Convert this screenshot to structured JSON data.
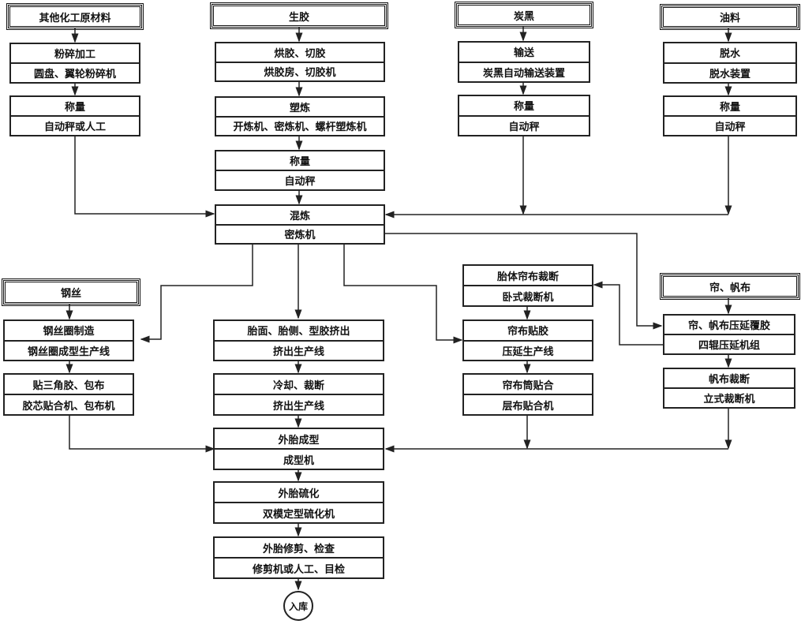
{
  "sources": {
    "chemicals": "其他化工原材料",
    "rubber": "生胶",
    "carbon_black": "炭黑",
    "oil": "油料",
    "steel_wire": "钢丝",
    "cord_canvas": "帘、帆布"
  },
  "steps": {
    "crush": {
      "title": "粉碎加工",
      "equipment": "圆盘、翼轮粉碎机"
    },
    "weigh_chem": {
      "title": "称量",
      "equipment": "自动秤或人工"
    },
    "bake_cut": {
      "title": "烘胶、切胶",
      "equipment": "烘胶房、切胶机"
    },
    "plasticate": {
      "title": "塑炼",
      "equipment": "开炼机、密炼机、螺杆塑炼机"
    },
    "weigh_rubber": {
      "title": "称量",
      "equipment": "自动秤"
    },
    "mixing": {
      "title": "混炼",
      "equipment": "密炼机"
    },
    "convey": {
      "title": "输送",
      "equipment": "炭黑自动输送装置"
    },
    "weigh_cb": {
      "title": "称量",
      "equipment": "自动秤"
    },
    "dewater": {
      "title": "脱水",
      "equipment": "脱水装置"
    },
    "weigh_oil": {
      "title": "称量",
      "equipment": "自动秤"
    },
    "bead_make": {
      "title": "钢丝圈制造",
      "equipment": "钢丝圈成型生产线"
    },
    "apex": {
      "title": "贴三角胶、包布",
      "equipment": "胶芯贴合机、包布机"
    },
    "extrude": {
      "title": "胎面、胎侧、型胶挤出",
      "equipment": "挤出生产线"
    },
    "cool_cut": {
      "title": "冷却、裁断",
      "equipment": "挤出生产线"
    },
    "build": {
      "title": "外胎成型",
      "equipment": "成型机"
    },
    "cure": {
      "title": "外胎硫化",
      "equipment": "双模定型硫化机"
    },
    "trim": {
      "title": "外胎修剪、检查",
      "equipment": "修剪机或人工、目检"
    },
    "ply_cut": {
      "title": "胎体帘布裁断",
      "equipment": "卧式裁断机"
    },
    "cord_coat": {
      "title": "帘布贴胶",
      "equipment": "压延生产线"
    },
    "ply_build": {
      "title": "帘布筒贴合",
      "equipment": "层布贴合机"
    },
    "calender": {
      "title": "帘、帆布压延覆胶",
      "equipment": "四辊压延机组"
    },
    "canvas_cut": {
      "title": "帆布裁断",
      "equipment": "立式裁断机"
    }
  },
  "end": "入库"
}
